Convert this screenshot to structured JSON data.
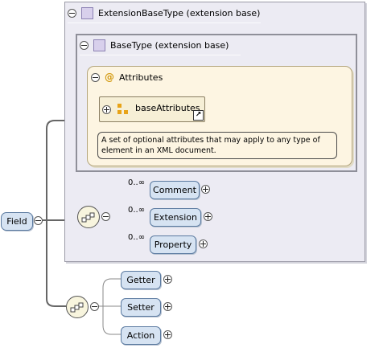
{
  "diagram": {
    "outer_type": {
      "label": "ExtensionBaseType (extension base)"
    },
    "inner_type": {
      "label": "BaseType (extension base)"
    },
    "attributes_group": {
      "label": "Attributes"
    },
    "attribute": {
      "label": "baseAttributes",
      "ref_icon": "↗"
    },
    "annotation": {
      "line1": "A set of optional attributes that may apply to any type of",
      "line2": "element in an XML document."
    },
    "root": {
      "label": "Field"
    },
    "sequence_1": [
      {
        "label": "Comment",
        "cardinality": "0..∞"
      },
      {
        "label": "Extension",
        "cardinality": "0..∞"
      },
      {
        "label": "Property",
        "cardinality": "0..∞"
      }
    ],
    "sequence_2": [
      {
        "label": "Getter"
      },
      {
        "label": "Setter"
      },
      {
        "label": "Action"
      }
    ]
  },
  "colors": {
    "type_panel": "#ecebf3",
    "attributes_panel": "#fdf5e2",
    "element_pill": "#d6e3f2",
    "compositor": "#f8f5de",
    "attribute_icon": "#e8a317"
  },
  "icons": {
    "toggle": "collapse-icon",
    "complex_type": "complex-type-icon",
    "attributes": "at-icon",
    "attribute": "attribute-icon",
    "reference": "reference-arrow-icon",
    "sequence": "sequence-icon"
  }
}
